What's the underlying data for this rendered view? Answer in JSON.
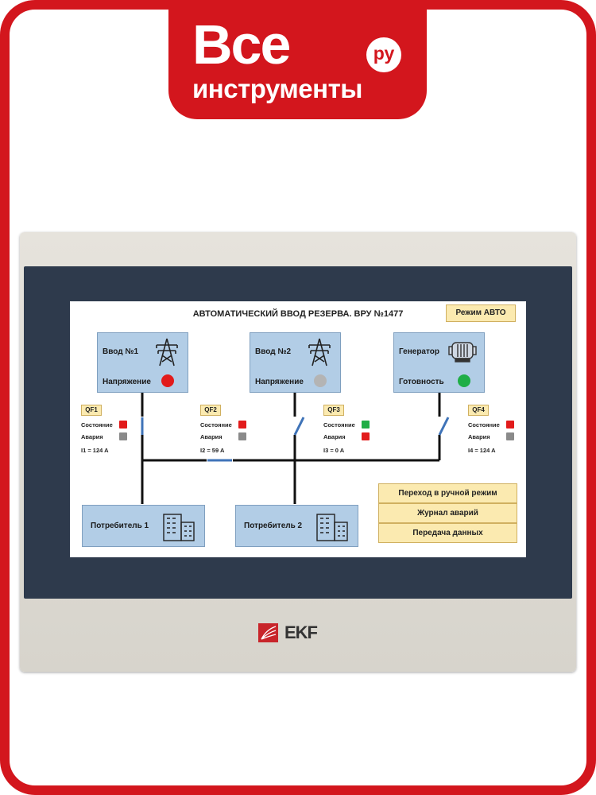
{
  "brand": {
    "line1": "Все",
    "line2": "инструменты",
    "badge": "ру",
    "color": "#d3161d"
  },
  "device": {
    "logo": "EKF"
  },
  "hmi": {
    "title": "АВТОМАТИЧЕСКИЙ ВВОД РЕЗЕРВА. ВРУ №1477",
    "mode_button": "Режим АВТО",
    "sources": [
      {
        "name": "Ввод №1",
        "status_label": "Напряжение",
        "icon": "power-tower-icon",
        "led_color": "#e21b1b"
      },
      {
        "name": "Ввод №2",
        "status_label": "Напряжение",
        "icon": "power-tower-icon",
        "led_color": "#b4b4b4"
      },
      {
        "name": "Генератор",
        "status_label": "Готовность",
        "icon": "generator-icon",
        "led_color": "#1fae46"
      }
    ],
    "breakers": [
      {
        "id": "QF1",
        "state_label": "Состояние",
        "alarm_label": "Авария",
        "current": "I1 = 124 A",
        "state_color": "#e21b1b",
        "alarm_color": "#8a8a8a"
      },
      {
        "id": "QF2",
        "state_label": "Состояние",
        "alarm_label": "Авария",
        "current": "I2 = 59 A",
        "state_color": "#e21b1b",
        "alarm_color": "#8a8a8a"
      },
      {
        "id": "QF3",
        "state_label": "Состояние",
        "alarm_label": "Авария",
        "current": "I3 = 0 A",
        "state_color": "#1fae46",
        "alarm_color": "#e21b1b"
      },
      {
        "id": "QF4",
        "state_label": "Состояние",
        "alarm_label": "Авария",
        "current": "I4 = 124 A",
        "state_color": "#e21b1b",
        "alarm_color": "#8a8a8a"
      }
    ],
    "consumers": [
      {
        "name": "Потребитель 1",
        "icon": "building-icon"
      },
      {
        "name": "Потребитель 2",
        "icon": "building-icon"
      }
    ],
    "menu": [
      "Переход в ручной режим",
      "Журнал аварий",
      "Передача данных"
    ]
  }
}
